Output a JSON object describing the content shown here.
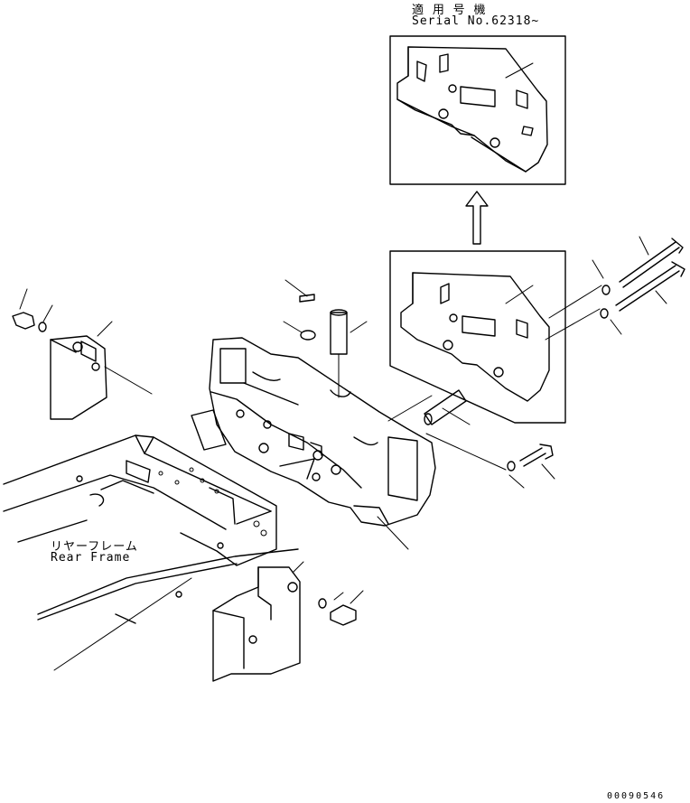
{
  "applicable_model": {
    "jp_label": "適 用 号 機",
    "serial": "Serial No.62318~"
  },
  "rear_frame": {
    "jp_label": "リヤーフレーム",
    "en_label": "Rear Frame"
  },
  "drawing_number": "00090546"
}
